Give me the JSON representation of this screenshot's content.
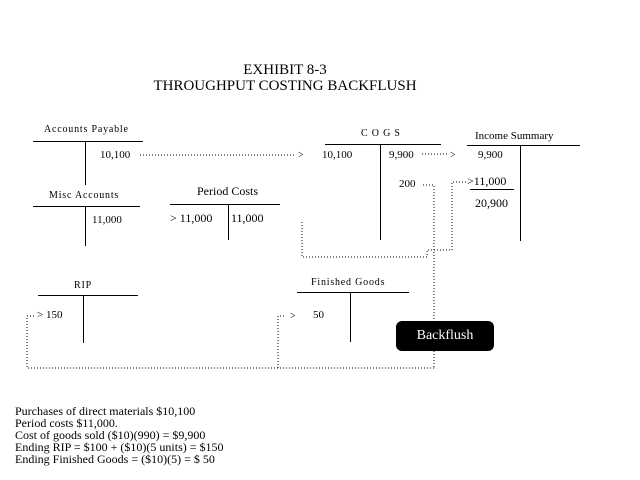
{
  "exhibit": {
    "line1": "EXHIBIT 8-3",
    "line2": "THROUGHPUT COSTING BACKFLUSH"
  },
  "accounts_payable": {
    "title": "Accounts Payable",
    "credit": "10,100"
  },
  "cogs": {
    "title": "C O G S",
    "debit": "10,100",
    "credit": "9,900",
    "credit2": "200"
  },
  "income_summary": {
    "title": "Income Summary",
    "debit": "9,900",
    "debit2": ">11,000",
    "total": "20,900"
  },
  "misc_accounts": {
    "title": "Misc Accounts",
    "credit": "11,000"
  },
  "period_costs": {
    "title": "Period Costs",
    "debit": "> 11,000",
    "credit": "11,000"
  },
  "rip": {
    "title": "RIP",
    "debit": ">  150"
  },
  "finished_goods": {
    "title": "Finished Goods",
    "debit": "50"
  },
  "arrows": {
    "a1": ">",
    "a2": ">",
    "a3": ">"
  },
  "backflush_label": "Backflush",
  "notes": [
    "Purchases of direct materials $10,100",
    "Period  costs $11,000.",
    "Cost of goods sold ($10)(990) = $9,900",
    "Ending RIP = $100 + ($10)(5 units)  =  $150",
    "Ending Finished Goods = ($10)(5) = $ 50"
  ]
}
